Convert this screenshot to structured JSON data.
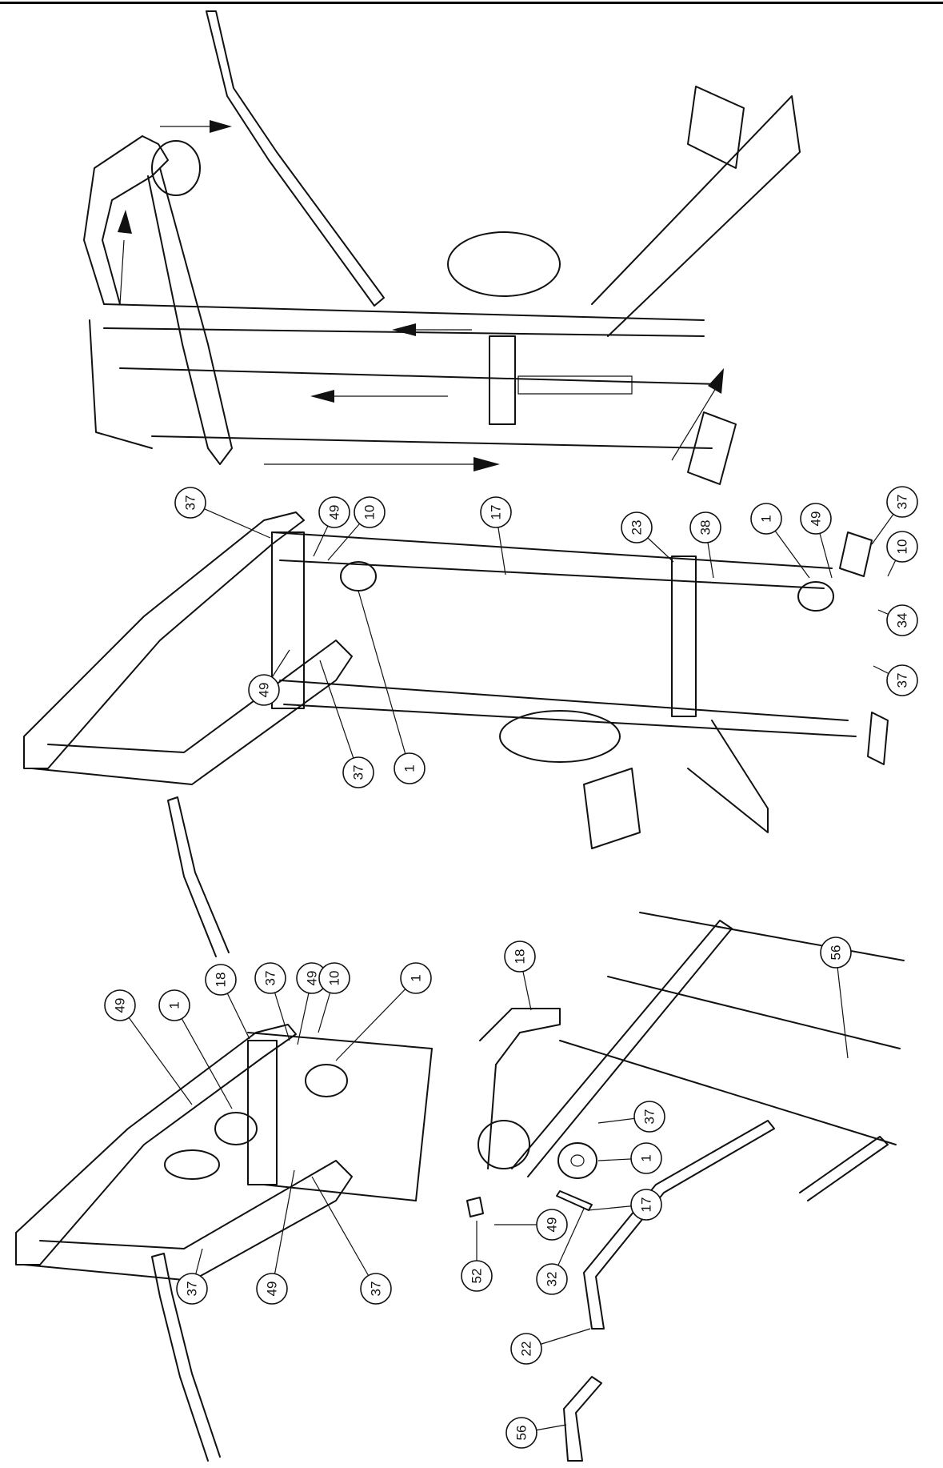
{
  "callouts": [
    {
      "id": "c1",
      "label": "37"
    },
    {
      "id": "c2",
      "label": "49"
    },
    {
      "id": "c3",
      "label": "10"
    },
    {
      "id": "c4",
      "label": "17"
    },
    {
      "id": "c5",
      "label": "23"
    },
    {
      "id": "c6",
      "label": "38"
    },
    {
      "id": "c7",
      "label": "1"
    },
    {
      "id": "c8",
      "label": "49"
    },
    {
      "id": "c9",
      "label": "37"
    },
    {
      "id": "c10",
      "label": "10"
    },
    {
      "id": "c11",
      "label": "34"
    },
    {
      "id": "c12",
      "label": "37"
    },
    {
      "id": "c13",
      "label": "49"
    },
    {
      "id": "c14",
      "label": "37"
    },
    {
      "id": "c15",
      "label": "1"
    },
    {
      "id": "c16",
      "label": "49"
    },
    {
      "id": "c17",
      "label": "1"
    },
    {
      "id": "c18",
      "label": "18"
    },
    {
      "id": "c19",
      "label": "37"
    },
    {
      "id": "c20",
      "label": "49"
    },
    {
      "id": "c21",
      "label": "10"
    },
    {
      "id": "c22",
      "label": "1"
    },
    {
      "id": "c23",
      "label": "37"
    },
    {
      "id": "c24",
      "label": "49"
    },
    {
      "id": "c25",
      "label": "37"
    },
    {
      "id": "c26",
      "label": "18"
    },
    {
      "id": "c27",
      "label": "56"
    },
    {
      "id": "c28",
      "label": "37"
    },
    {
      "id": "c29",
      "label": "1"
    },
    {
      "id": "c30",
      "label": "17"
    },
    {
      "id": "c31",
      "label": "49"
    },
    {
      "id": "c32",
      "label": "52"
    },
    {
      "id": "c33",
      "label": "32"
    },
    {
      "id": "c34",
      "label": "22"
    },
    {
      "id": "c35",
      "label": "56"
    }
  ]
}
